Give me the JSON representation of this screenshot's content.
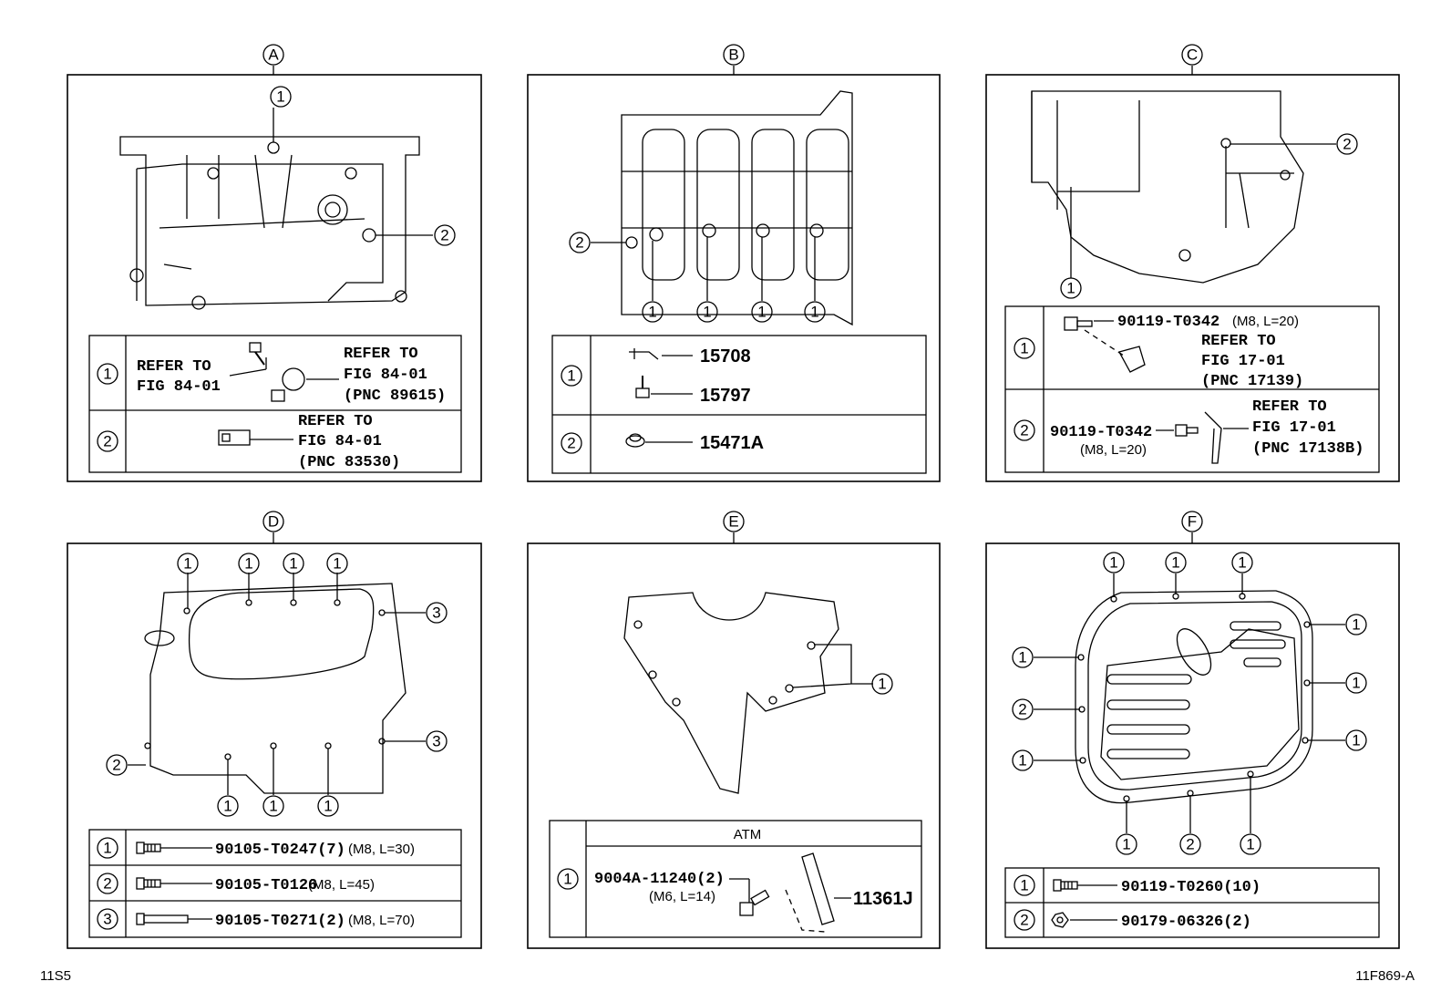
{
  "sheet_code": "11S5",
  "figure_id": "11F869-A",
  "panels": {
    "A": {
      "letter": "A",
      "rows": [
        {
          "num": "1",
          "lines_left": [
            "REFER TO",
            "FIG 84-01"
          ],
          "lines_right": [
            "REFER TO",
            "FIG 84-01",
            "(PNC 89615)"
          ]
        },
        {
          "num": "2",
          "lines": [
            "REFER TO",
            "FIG 84-01",
            "(PNC 83530)"
          ]
        }
      ]
    },
    "B": {
      "letter": "B",
      "rows": [
        {
          "num": "1",
          "parts": [
            "15708",
            "15797"
          ]
        },
        {
          "num": "2",
          "parts": [
            "15471A"
          ]
        }
      ]
    },
    "C": {
      "letter": "C",
      "rows": [
        {
          "num": "1",
          "part": "90119-T0342",
          "spec": "(M8, L=20)",
          "lines": [
            "REFER TO",
            "FIG 17-01",
            "(PNC 17139)"
          ]
        },
        {
          "num": "2",
          "part": "90119-T0342",
          "spec": "(M8, L=20)",
          "lines": [
            "REFER TO",
            "FIG 17-01",
            "(PNC 17138B)"
          ]
        }
      ]
    },
    "D": {
      "letter": "D",
      "rows": [
        {
          "num": "1",
          "part": "90105-T0247(7)",
          "spec": "(M8, L=30)"
        },
        {
          "num": "2",
          "part": "90105-T0126",
          "spec": "(M8, L=45)"
        },
        {
          "num": "3",
          "part": "90105-T0271(2)",
          "spec": "(M8, L=70)"
        }
      ]
    },
    "E": {
      "letter": "E",
      "header": "ATM",
      "rows": [
        {
          "num": "1",
          "part": "9004A-11240(2)",
          "spec": "(M6, L=14)",
          "part2": "11361J"
        }
      ]
    },
    "F": {
      "letter": "F",
      "rows": [
        {
          "num": "1",
          "part": "90119-T0260(10)"
        },
        {
          "num": "2",
          "part": "90179-06326(2)"
        }
      ]
    }
  },
  "callouts": [
    "1",
    "2",
    "3"
  ]
}
